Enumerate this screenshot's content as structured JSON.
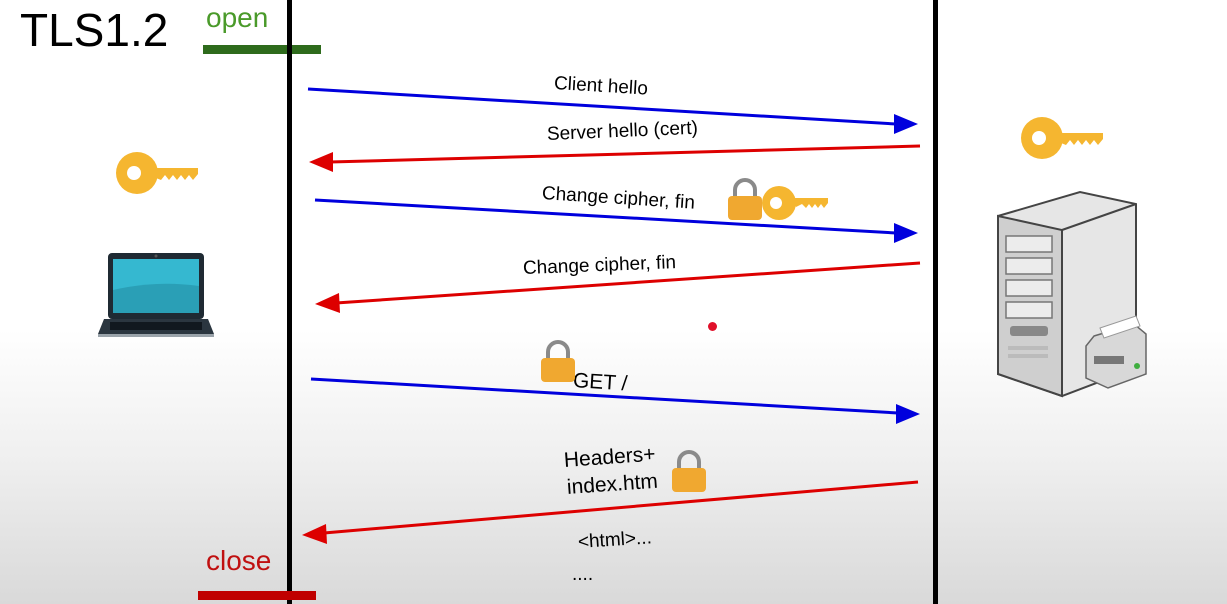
{
  "title": "TLS1.2",
  "open_label": "open",
  "close_label": "close",
  "messages": [
    {
      "text": "Client hello",
      "direction": "right",
      "color": "#0000dd"
    },
    {
      "text": "Server hello (cert)",
      "direction": "left",
      "color": "#dd0000"
    },
    {
      "text": "Change cipher, fin",
      "direction": "right",
      "color": "#0000dd"
    },
    {
      "text": "Change cipher, fin",
      "direction": "left",
      "color": "#dd0000"
    },
    {
      "text": "GET /",
      "direction": "right",
      "color": "#0000dd"
    },
    {
      "text_line1": "Headers+",
      "text_line2": "index.htm",
      "direction": "left",
      "color": "#dd0000"
    }
  ],
  "response_body_line1": "<html>...",
  "response_body_line2": "....",
  "colors": {
    "open": "#4a9a2a",
    "open_bar": "#2e6b1c",
    "close": "#c01010",
    "close_bar": "#c00000",
    "key": "#f5b630",
    "lock": "#f0a830"
  },
  "icons": {
    "client": "laptop-icon",
    "server": "server-icon",
    "key": "key-icon",
    "lock": "lock-icon"
  }
}
